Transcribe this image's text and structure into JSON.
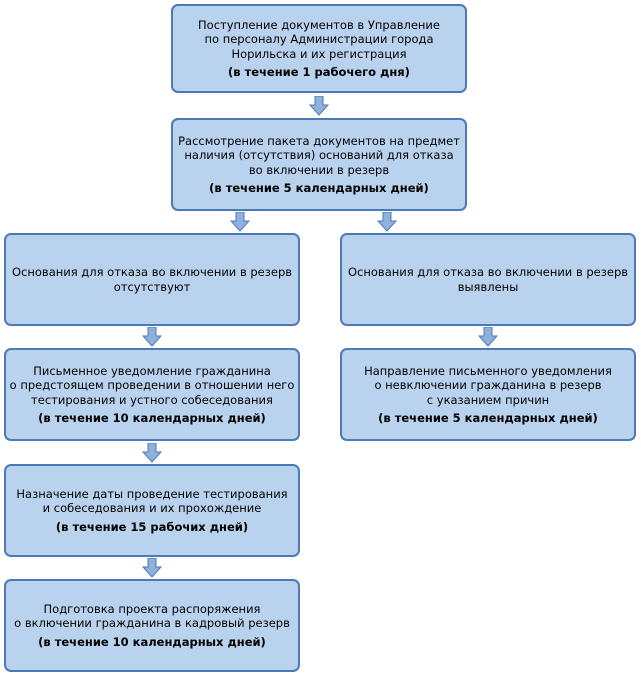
{
  "colors": {
    "box_fill": "#b9d3ee",
    "box_border": "#4a7ab8",
    "arrow_fill": "#8fb1dc",
    "arrow_border": "#4a7ab8"
  },
  "steps": [
    {
      "lines": [
        "Поступление документов в Управление",
        "по персоналу Администрации города",
        "Норильска и их регистрация"
      ],
      "time": "(в течение 1 рабочего дня)"
    },
    {
      "lines": [
        "Рассмотрение пакета документов на предмет",
        "наличия (отсутствия) оснований для отказа",
        "во включении в резерв"
      ],
      "time": "(в течение 5 календарных дней)"
    },
    {
      "lines": [
        "Основания для отказа во включении в резерв",
        "отсутствуют"
      ],
      "time": ""
    },
    {
      "lines": [
        "Основания для отказа во включении в резерв",
        "выявлены"
      ],
      "time": ""
    },
    {
      "lines": [
        "Письменное уведомление гражданина",
        "о предстоящем проведении в отношении него",
        "тестирования и устного собеседования"
      ],
      "time": "(в течение 10 календарных дней)"
    },
    {
      "lines": [
        "Направление письменного уведомления",
        "о невключении гражданина в резерв",
        "с указанием причин"
      ],
      "time": "(в течение 5 календарных дней)"
    },
    {
      "lines": [
        "Назначение даты проведение тестирования",
        "и собеседования и их прохождение"
      ],
      "time": "(в течение 15 рабочих дней)"
    },
    {
      "lines": [
        "Подготовка проекта распоряжения",
        "о включении гражданина в кадровый резерв"
      ],
      "time": "(в течение 10 календарных дней)"
    }
  ]
}
